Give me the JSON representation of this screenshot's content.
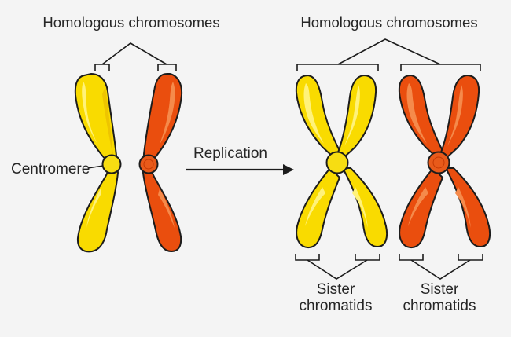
{
  "diagram": {
    "left_header": "Homologous chromosomes",
    "right_header": "Homologous chromosomes",
    "centromere_label": "Centromere",
    "arrow_label": "Replication",
    "sister_left": [
      "Sister",
      "chromatids"
    ],
    "sister_right": [
      "Sister",
      "chromatids"
    ]
  },
  "colors": {
    "background": "#f4f4f4",
    "yellow_body": "#f9db00",
    "yellow_light": "#fff27a",
    "yellow_dark": "#e6b300",
    "orange_body": "#ea4e0e",
    "orange_light": "#f58a4b",
    "orange_dark": "#c63a05",
    "outline": "#1c1c1c",
    "text": "#262626"
  },
  "icons": [
    "arrow-right-icon",
    "centromere-icon",
    "bracket-icon"
  ]
}
